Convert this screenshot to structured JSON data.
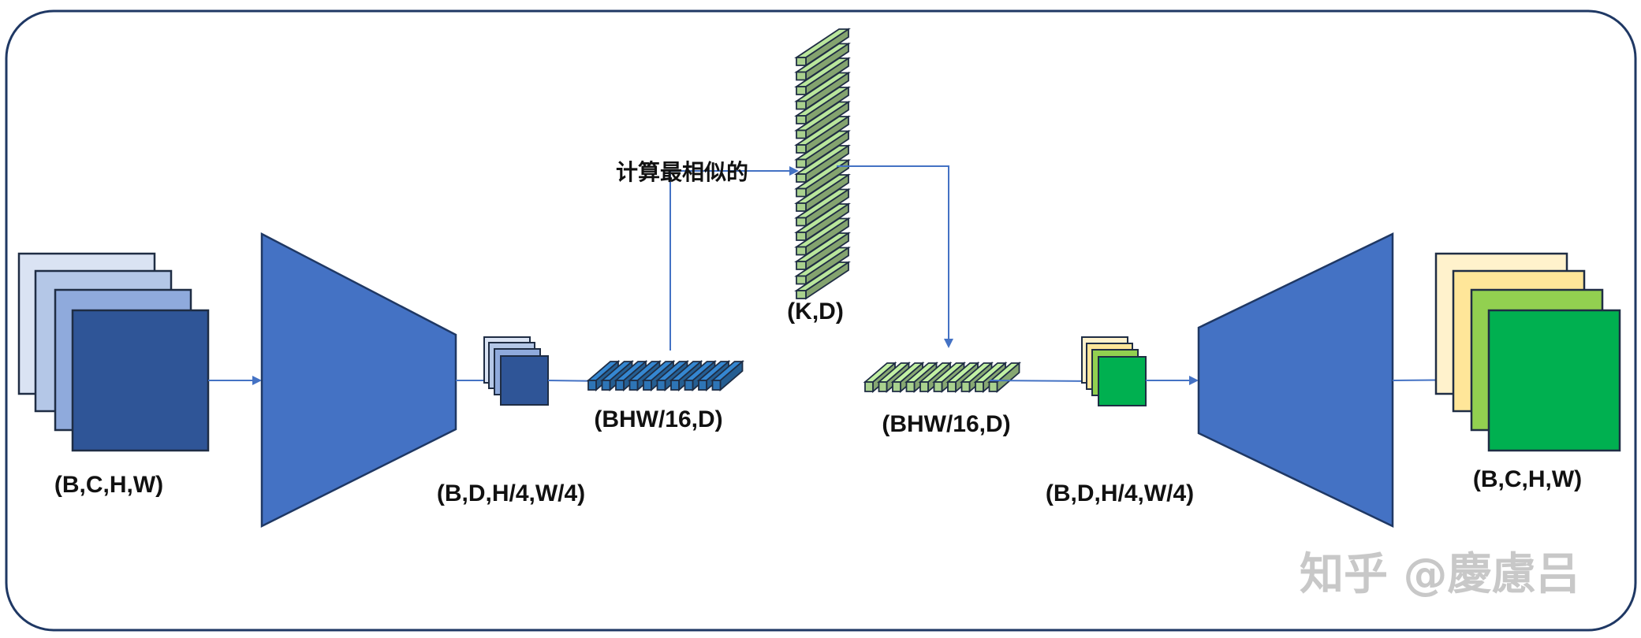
{
  "labels": {
    "input_shape": "(B,C,H,W)",
    "encoder_out_shape": "(B,D,H/4,W/4)",
    "flatten_shape": "(BHW/16,D)",
    "codebook_shape": "(K,D)",
    "quantized_shape": "(BHW/16,D)",
    "decoder_in_shape": "(B,D,H/4,W/4)",
    "output_shape": "(B,C,H,W)",
    "similarity_note": "计算最相似的"
  },
  "watermark": "知乎 @慶慮吕",
  "colors": {
    "frame": "#1f3864",
    "network": "#4472c4",
    "network_stroke": "#1f3864",
    "arrow": "#4472c4",
    "input_stack": [
      "#dae3f3",
      "#b4c7e7",
      "#8faadc",
      "#2f5597"
    ],
    "encoded_stack": [
      "#dae3f3",
      "#b4c7e7",
      "#8faadc",
      "#2f5597"
    ],
    "flatten_bar": "#2e75b6",
    "codebook": "#a9d18e",
    "quantized_bar": "#a9d18e",
    "quantized_stack": [
      "#fff2cc",
      "#ffe699",
      "#92d050",
      "#00b050"
    ],
    "output_stack": [
      "#fff2cc",
      "#ffe699",
      "#92d050",
      "#00b050"
    ]
  }
}
